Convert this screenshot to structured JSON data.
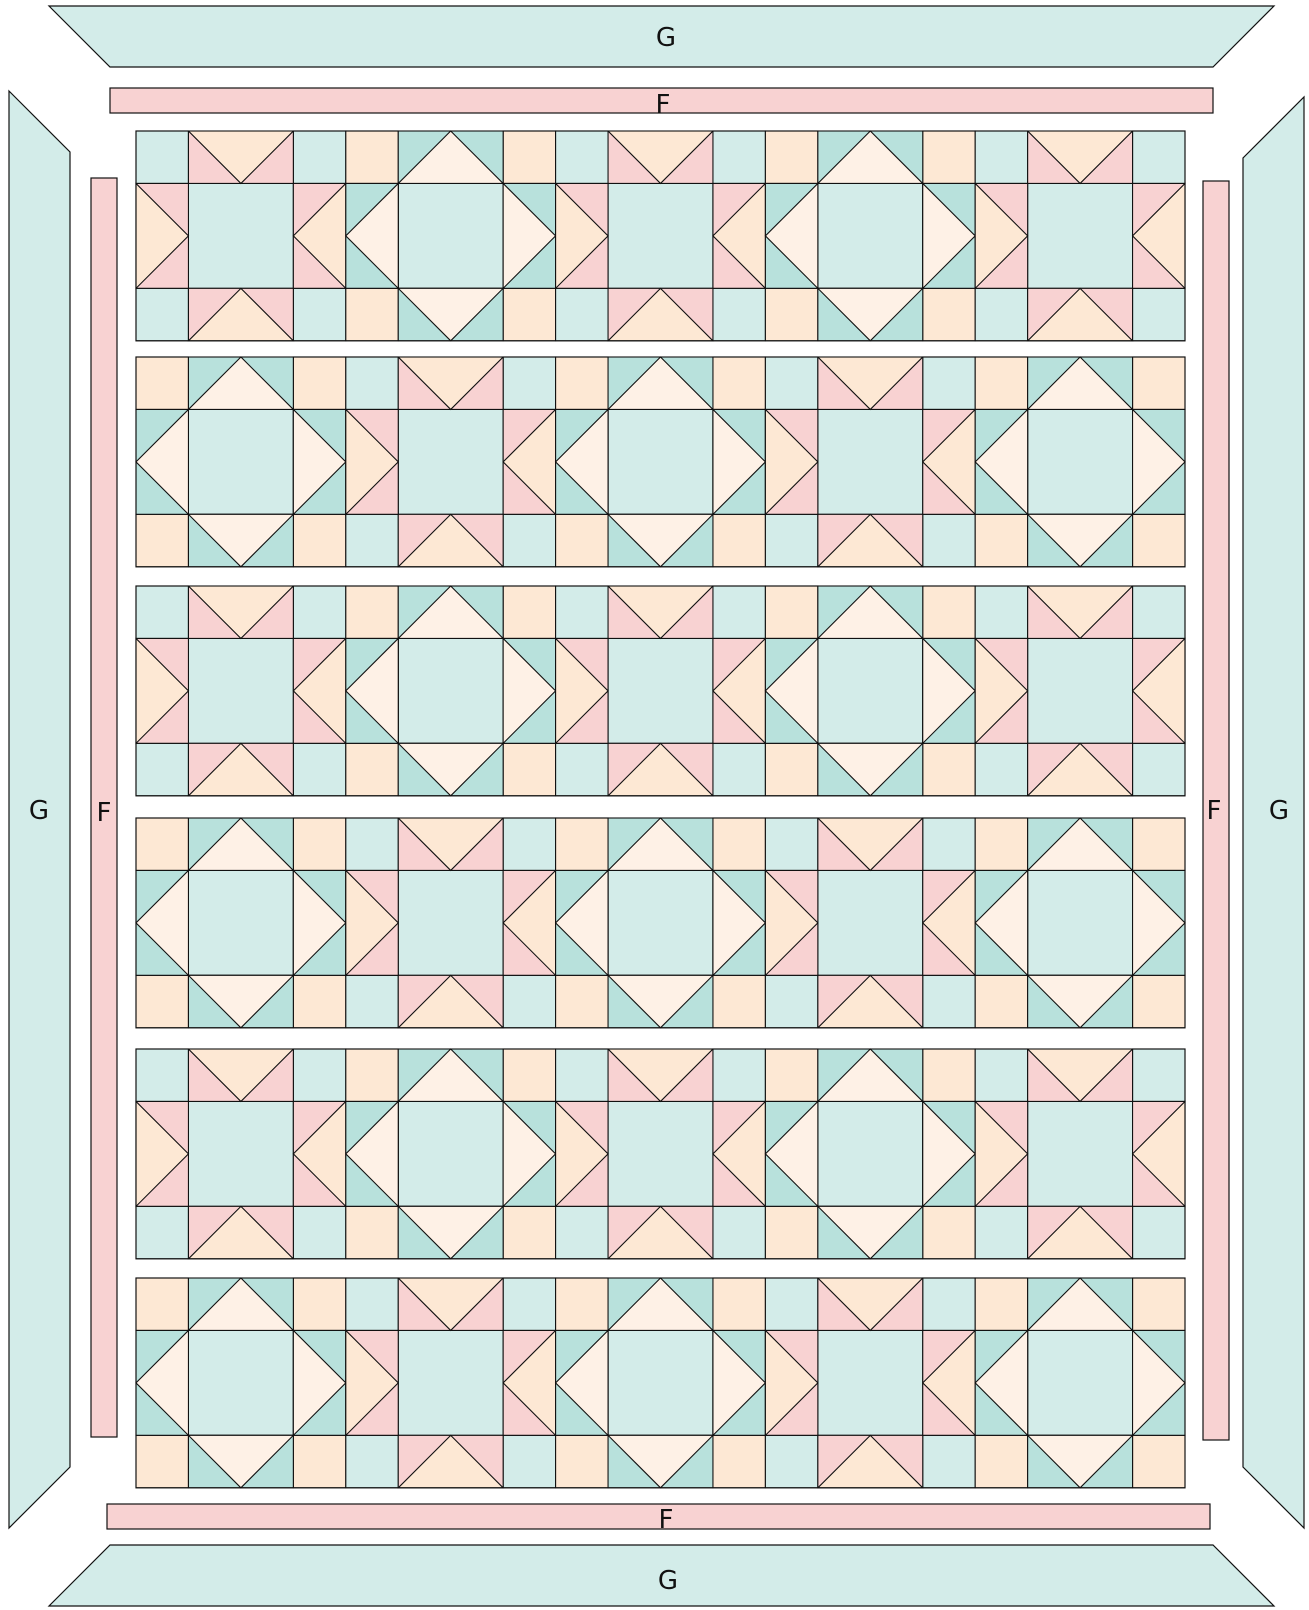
{
  "labels": {
    "top_border_g": "G",
    "top_border_f": "F",
    "left_border_g": "G",
    "left_border_f": "F",
    "right_border_f": "F",
    "right_border_g": "G",
    "bottom_border_f": "F",
    "bottom_border_g": "G"
  },
  "colors": {
    "teal_light": "#D3ECE9",
    "teal_medium": "#B8E1DC",
    "pink": "#F8D2D2",
    "peach": "#FDE8D4",
    "cream": "#FEF1E6",
    "outline": "#111111"
  },
  "layout": {
    "rows": 6,
    "blocks_per_row": 5,
    "row_pattern": [
      "star",
      "diamond",
      "star",
      "diamond",
      "star",
      "diamond",
      "star",
      "diamond",
      "star",
      "diamond",
      "star",
      "diamond",
      "star",
      "diamond",
      "star",
      "diamond",
      "star",
      "diamond",
      "star",
      "diamond",
      "star",
      "diamond",
      "star",
      "diamond",
      "star",
      "diamond",
      "star",
      "diamond",
      "star",
      "diamond"
    ]
  }
}
